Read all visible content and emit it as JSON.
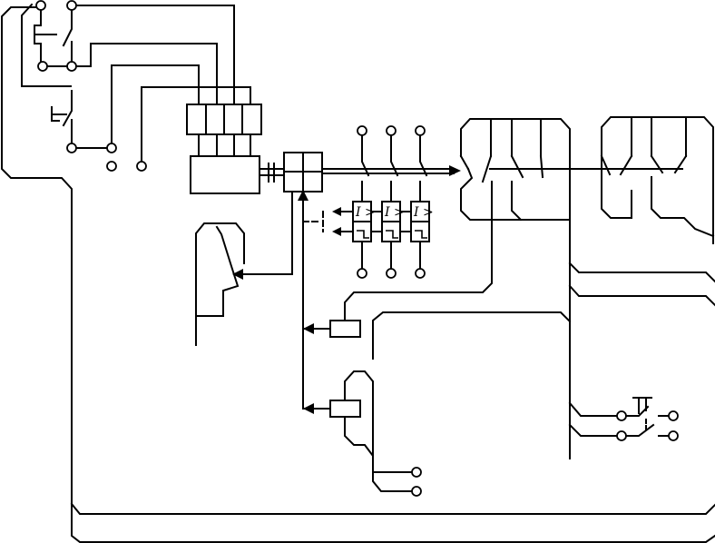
{
  "diagram": {
    "trip_unit_labels": [
      "I >",
      "I >",
      "I >"
    ]
  }
}
